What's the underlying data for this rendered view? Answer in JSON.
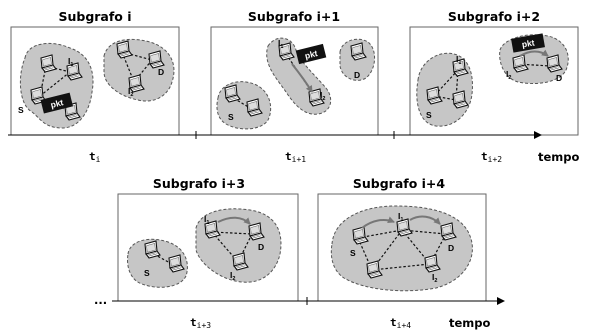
{
  "panels": [
    {
      "title": "Subgrafo i"
    },
    {
      "title": "Subgrafo i+1"
    },
    {
      "title": "Subgrafo i+2"
    },
    {
      "title": "Subgrafo i+3"
    },
    {
      "title": "Subgrafo i+4"
    }
  ],
  "timeline_top": {
    "ticks": [
      {
        "base": "t",
        "sub": "i"
      },
      {
        "base": "t",
        "sub": "i+1"
      },
      {
        "base": "t",
        "sub": "i+2"
      }
    ],
    "axis_label": "tempo"
  },
  "timeline_bottom": {
    "start_marker": "...",
    "ticks": [
      {
        "base": "t",
        "sub": "i+3"
      },
      {
        "base": "t",
        "sub": "i+4"
      }
    ],
    "axis_label": "tempo"
  },
  "labels": {
    "source": "S",
    "destination": "D",
    "intermediate": "I",
    "sub1": "1",
    "sub2": "2",
    "packet": "pkt"
  },
  "colors": {
    "cloud_fill": "#c6c6c6",
    "cloud_stroke": "#555555",
    "packet_fill": "#111111",
    "arrow": "#777777"
  }
}
